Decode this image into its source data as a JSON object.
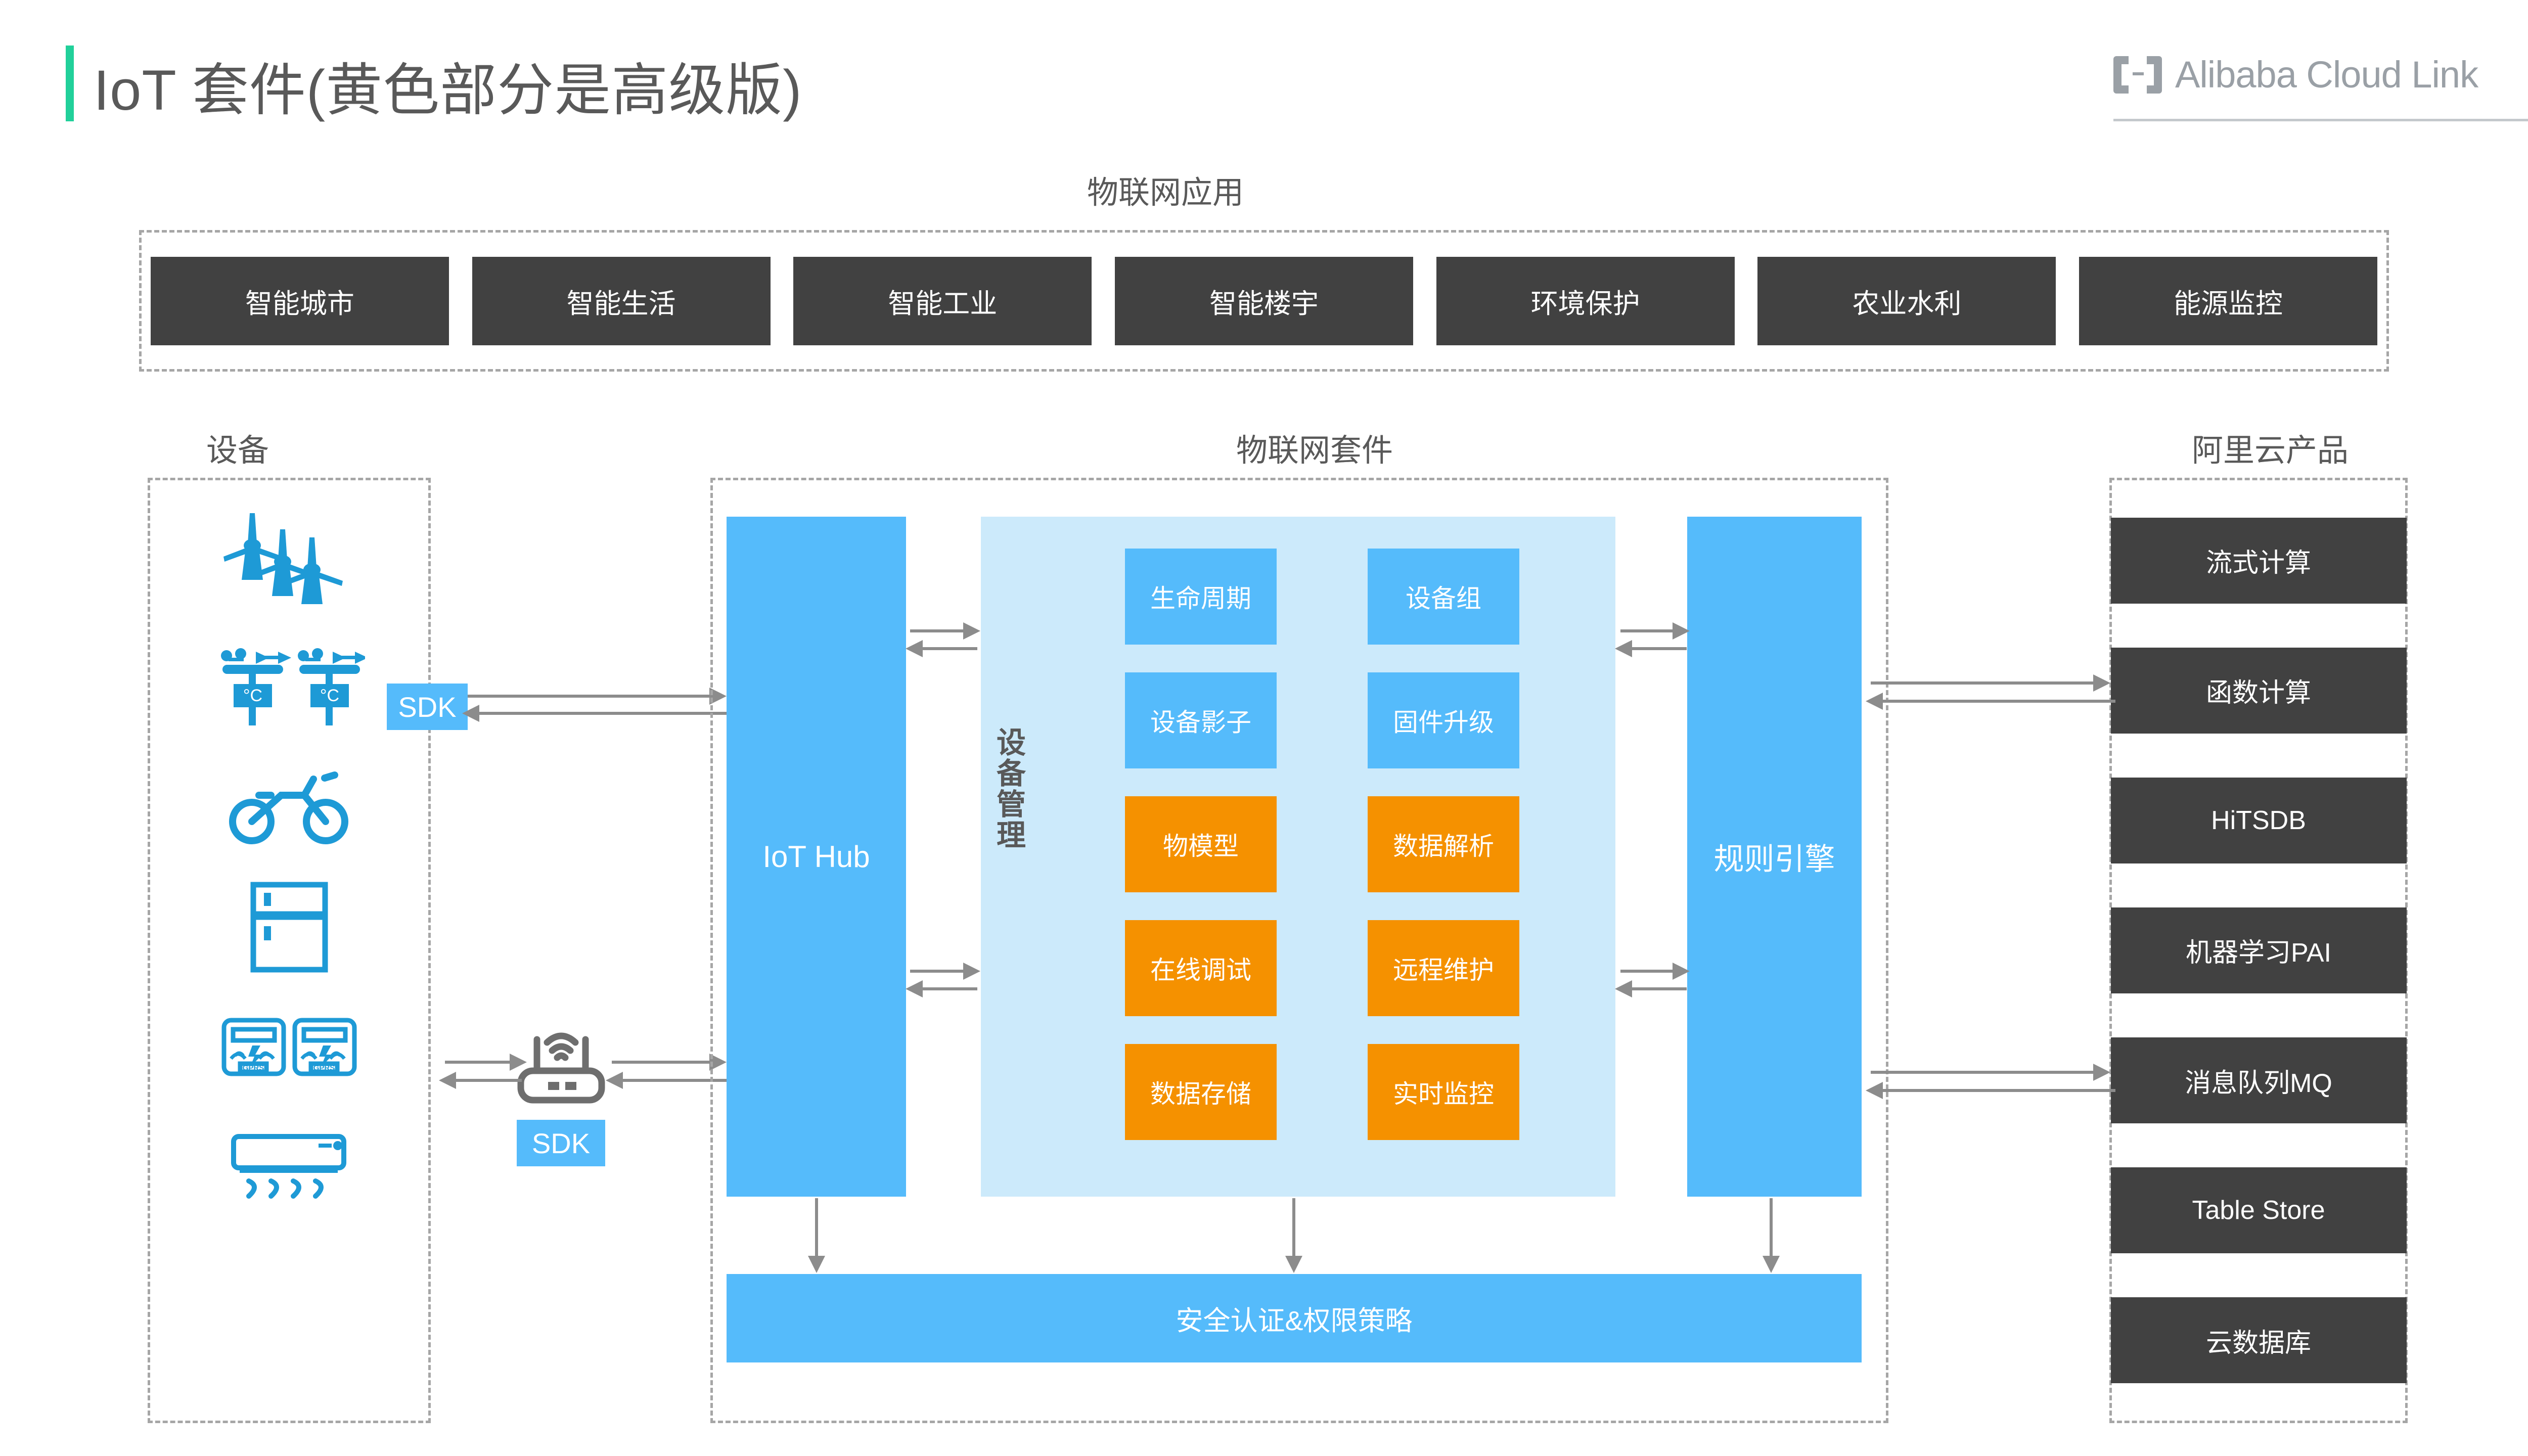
{
  "header": {
    "title": "IoT 套件(黄色部分是高级版)",
    "accent_color": "#21D09A",
    "brand": "Alibaba Cloud Link",
    "brand_icon": "link-bracket-logo-icon"
  },
  "applications": {
    "label": "物联网应用",
    "items": [
      "智能城市",
      "智能生活",
      "智能工业",
      "智能楼宇",
      "环境保护",
      "农业水利",
      "能源监控"
    ]
  },
  "devices": {
    "label": "设备",
    "icons": [
      "wind-turbines-icon",
      "weather-station-icon",
      "bicycle-icon",
      "refrigerator-icon",
      "gprs-meters-icon",
      "air-conditioner-icon"
    ],
    "sdk_top": "SDK",
    "sdk_bottom": "SDK",
    "gateway_icon": "wifi-router-icon"
  },
  "suite": {
    "label": "物联网套件",
    "iot_hub": "IoT Hub",
    "rule_engine": "规则引擎",
    "security_bar": "安全认证&权限策略",
    "device_management": {
      "vertical_label": "设备管理",
      "cells": [
        {
          "text": "生命周期",
          "tier": "basic"
        },
        {
          "text": "设备组",
          "tier": "basic"
        },
        {
          "text": "设备影子",
          "tier": "basic"
        },
        {
          "text": "固件升级",
          "tier": "basic"
        },
        {
          "text": "物模型",
          "tier": "advanced"
        },
        {
          "text": "数据解析",
          "tier": "advanced"
        },
        {
          "text": "在线调试",
          "tier": "advanced"
        },
        {
          "text": "远程维护",
          "tier": "advanced"
        },
        {
          "text": "数据存储",
          "tier": "advanced"
        },
        {
          "text": "实时监控",
          "tier": "advanced"
        }
      ]
    }
  },
  "products": {
    "label": "阿里云产品",
    "items": [
      "流式计算",
      "函数计算",
      "HiTSDB",
      "机器学习PAI",
      "消息队列MQ",
      "Table Store",
      "云数据库"
    ]
  },
  "colors": {
    "blue": "#55BBFB",
    "light_blue": "#CCEAFB",
    "orange": "#F59100",
    "dark": "#414141",
    "accent_green": "#21D09A",
    "line_gray": "#8C8C8C",
    "device_icon_blue": "#1E9AD6"
  }
}
